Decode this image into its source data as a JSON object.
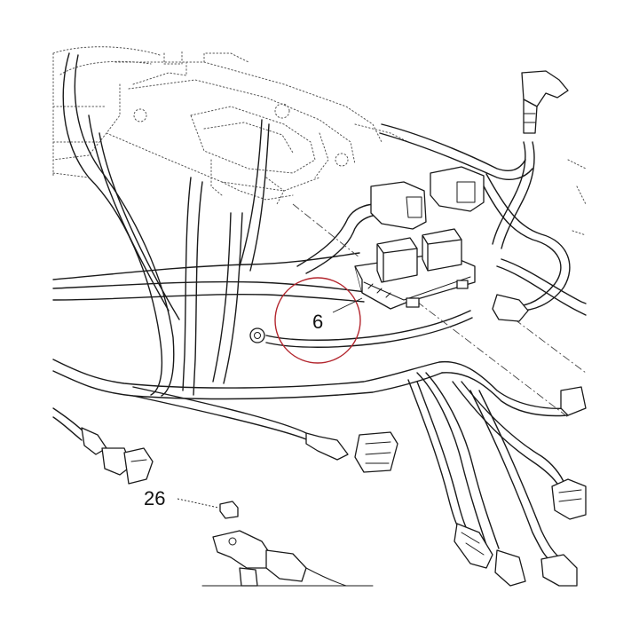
{
  "callouts": [
    {
      "id": "part-6",
      "label": "6"
    },
    {
      "id": "part-26",
      "label": "26"
    }
  ],
  "highlight": {
    "color": "#b3262e",
    "target": "6"
  },
  "colors": {
    "line": "#1a1a1a",
    "background": "#ffffff"
  }
}
